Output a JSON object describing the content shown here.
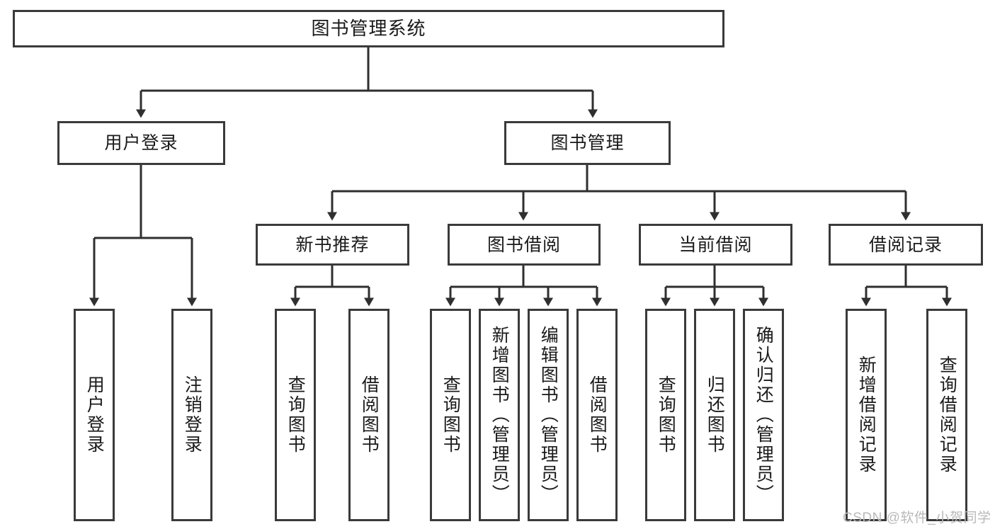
{
  "diagram": {
    "title": "图书管理系统",
    "type": "tree-hierarchy-chart",
    "root": {
      "label": "图书管理系统"
    },
    "level2": [
      {
        "label": "用户登录"
      },
      {
        "label": "图书管理"
      }
    ],
    "level3": [
      {
        "label": "新书推荐"
      },
      {
        "label": "图书借阅"
      },
      {
        "label": "当前借阅"
      },
      {
        "label": "借阅记录"
      }
    ],
    "leaves": {
      "user_login": [
        {
          "label": "用户登录"
        },
        {
          "label": "注销登录"
        }
      ],
      "new_book_recommend": [
        {
          "label": "查询图书"
        },
        {
          "label": "借阅图书"
        }
      ],
      "book_borrow": [
        {
          "label": "查询图书"
        },
        {
          "label": "新增图书（管理员）"
        },
        {
          "label": "编辑图书（管理员）"
        },
        {
          "label": "借阅图书"
        }
      ],
      "current_borrow": [
        {
          "label": "查询图书"
        },
        {
          "label": "归还图书"
        },
        {
          "label": "确认归还（管理员）"
        }
      ],
      "borrow_record": [
        {
          "label": "新增借阅记录"
        },
        {
          "label": "查询借阅记录"
        }
      ]
    }
  },
  "watermark": {
    "text": "CSDN @软件_小贺同学"
  },
  "colors": {
    "border": "#3a3a3a",
    "line": "#2f2f2f",
    "text": "#1a1a1a",
    "background": "#ffffff",
    "watermark": "#b9b9b9"
  }
}
